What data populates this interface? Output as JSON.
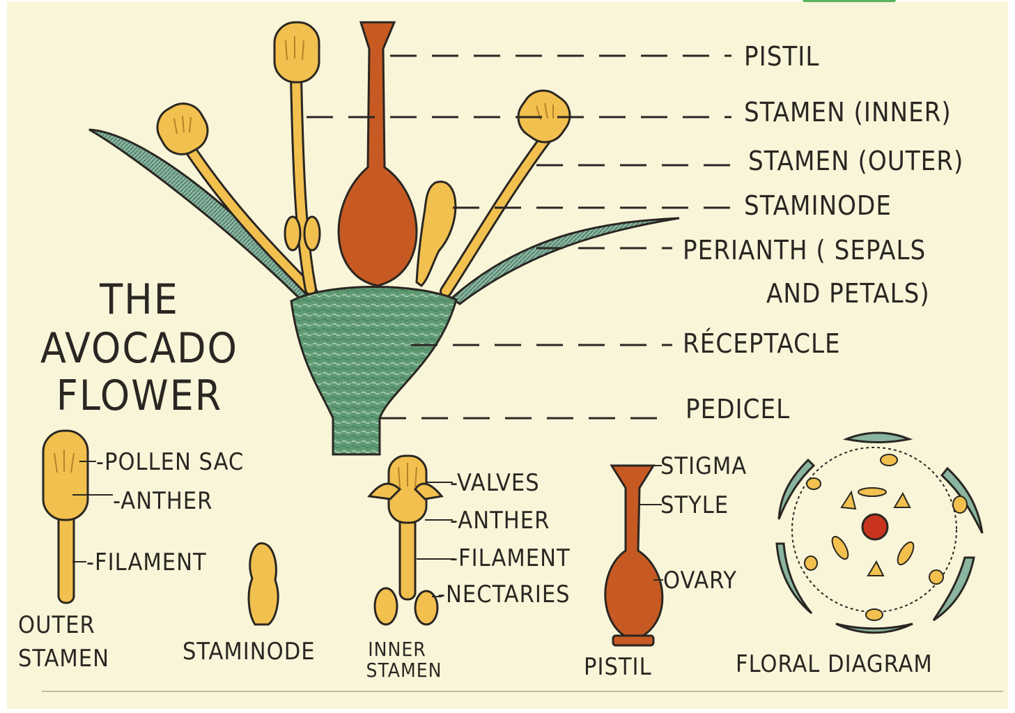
{
  "title": {
    "line1": "THE",
    "line2": "AVOCADO",
    "line3": "FLOWER"
  },
  "main_labels": {
    "pistil": "PISTIL",
    "stamen_inner": "STAMEN (INNER)",
    "stamen_outer": "STAMEN (OUTER)",
    "staminode": "STAMINODE",
    "perianth_line1": "PERIANTH  ( SEPALS",
    "perianth_line2": "AND  PETALS)",
    "receptacle": "RÉCEPTACLE",
    "pedicel": "PEDICEL"
  },
  "outer_stamen": {
    "pollen_sac": "-POLLEN SAC",
    "anther": "-ANTHER",
    "filament": "-FILAMENT",
    "caption_line1": "OUTER",
    "caption_line2": "STAMEN"
  },
  "staminode_detail": {
    "caption": "STAMINODE"
  },
  "inner_stamen": {
    "valves": "-VALVES",
    "anther": "-ANTHER",
    "filament": "-FILAMENT",
    "nectaries": "-NECTARIES",
    "caption_line1": "INNER",
    "caption_line2": "STAMEN"
  },
  "pistil_detail": {
    "stigma": "STIGMA",
    "style": "STYLE",
    "ovary": "OVARY",
    "caption": "PISTIL"
  },
  "floral_diagram": {
    "caption": "FLORAL DIAGRAM"
  },
  "colors": {
    "background": "#f8f5d9",
    "stamen_yellow": "#f1c04e",
    "pistil_orange": "#c65a22",
    "receptacle_green": "#5f9a73",
    "perianth_green": "#7fae96",
    "ink": "#2a2622",
    "ovary_dot": "#c9341f"
  }
}
